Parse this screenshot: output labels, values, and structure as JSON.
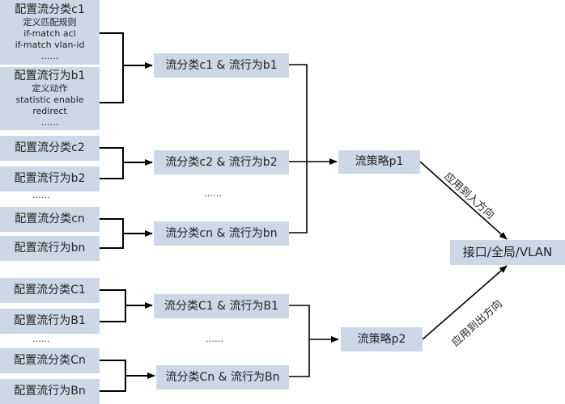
{
  "left_boxes": {
    "c1": {
      "title": "配置流分类c1",
      "lines": [
        "定义匹配规则",
        "if-match acl",
        "if-match vlan-id",
        "……"
      ]
    },
    "b1": {
      "title": "配置流行为b1",
      "lines": [
        "定义动作",
        "statistic enable",
        "redirect",
        "……"
      ]
    },
    "c2": {
      "title": "配置流分类c2"
    },
    "b2": {
      "title": "配置流行为b2"
    },
    "cn": {
      "title": "配置流分类cn"
    },
    "bn": {
      "title": "配置流行为bn"
    },
    "C1": {
      "title": "配置流分类C1"
    },
    "B1": {
      "title": "配置流行为B1"
    },
    "Cn": {
      "title": "配置流分类Cn"
    },
    "Bn": {
      "title": "配置流行为Bn"
    }
  },
  "ellipsis": "……",
  "middle_boxes": {
    "c1b1": "流分类c1 & 流行为b1",
    "c2b2": "流分类c2 & 流行为b2",
    "cnbn": "流分类cn & 流行为bn",
    "C1B1": "流分类C1 & 流行为B1",
    "CnBn": "流分类Cn & 流行为Bn"
  },
  "policies": {
    "p1": "流策略p1",
    "p2": "流策略p2"
  },
  "target": "接口/全局/VLAN",
  "edge_labels": {
    "inbound": "应用到入方向",
    "outbound": "应用到出方向"
  },
  "colors": {
    "box_fill": "#cdd8e6",
    "line": "#000000"
  }
}
